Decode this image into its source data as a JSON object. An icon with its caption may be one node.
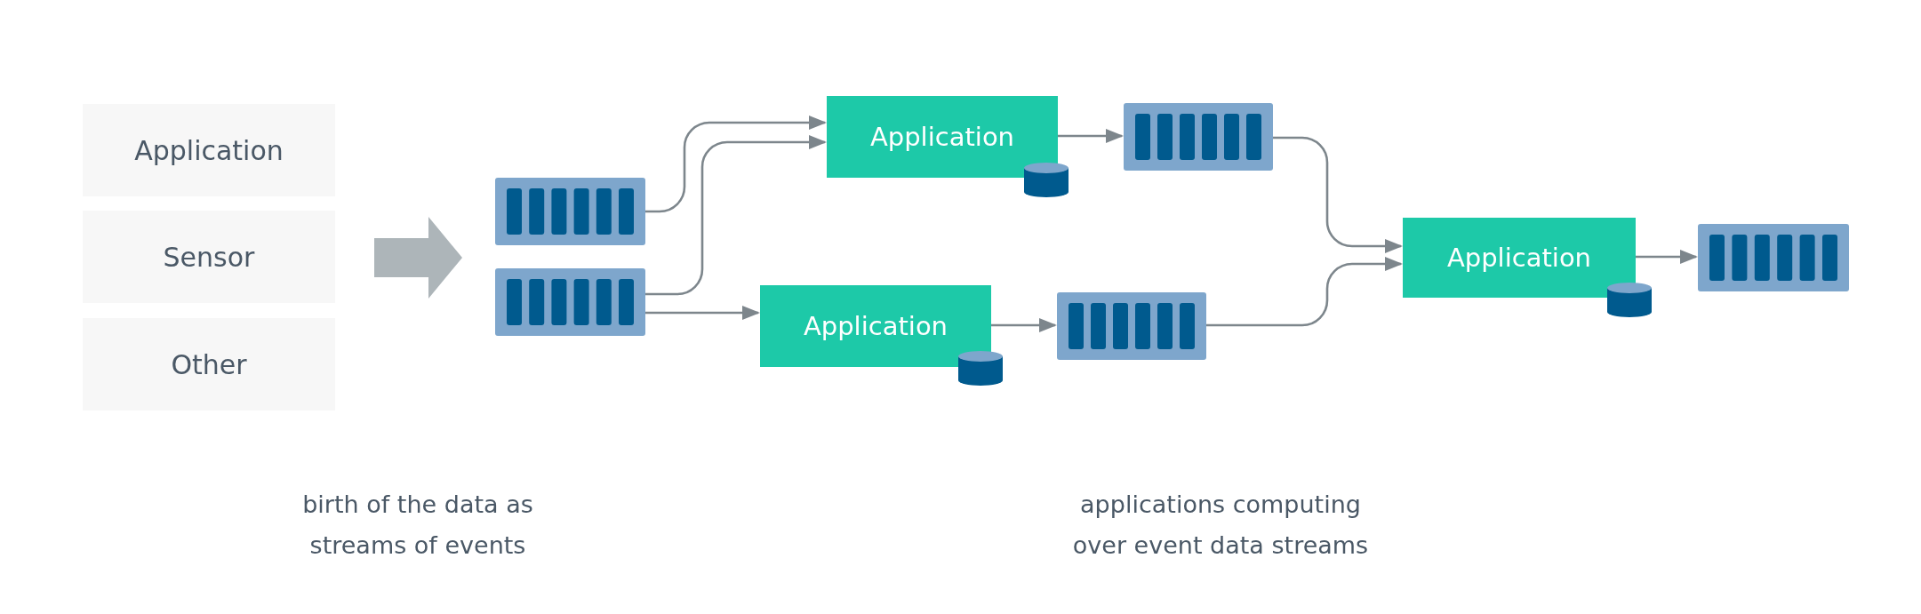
{
  "diagram": {
    "nodes": [
      {
        "text": [
          "Application"
        ]
      },
      {
        "text": [
          "Sensor"
        ]
      },
      {
        "text": [
          "Other"
        ]
      },
      {
        "text": [],
        "shape": "box"
      },
      {
        "text": [],
        "shape": "box"
      },
      {
        "text": [
          "Application"
        ]
      },
      {
        "text": [],
        "shape": "box"
      },
      {
        "text": [
          "Application"
        ]
      },
      {
        "text": [],
        "shape": "box"
      },
      {
        "text": [
          "Application"
        ]
      },
      {
        "text": [],
        "shape": "box"
      }
    ],
    "edges": [
      {
        "from": 1,
        "to": null,
        "arrow": "to",
        "style": "thick",
        "color": "#adb5b9"
      },
      {
        "from": 3,
        "to": 5,
        "arrow": "to"
      },
      {
        "from": 4,
        "to": 5,
        "arrow": "to"
      },
      {
        "from": 4,
        "to": 7,
        "arrow": "to"
      },
      {
        "from": 5,
        "to": 6,
        "arrow": "to"
      },
      {
        "from": 7,
        "to": 8,
        "arrow": "to"
      },
      {
        "from": 6,
        "to": 9,
        "arrow": "to"
      },
      {
        "from": 8,
        "to": 9,
        "arrow": "to"
      },
      {
        "from": 9,
        "to": 10,
        "arrow": "to"
      }
    ],
    "labels": [
      "birth of the data as streams of events",
      "applications computing over event data streams"
    ]
  }
}
